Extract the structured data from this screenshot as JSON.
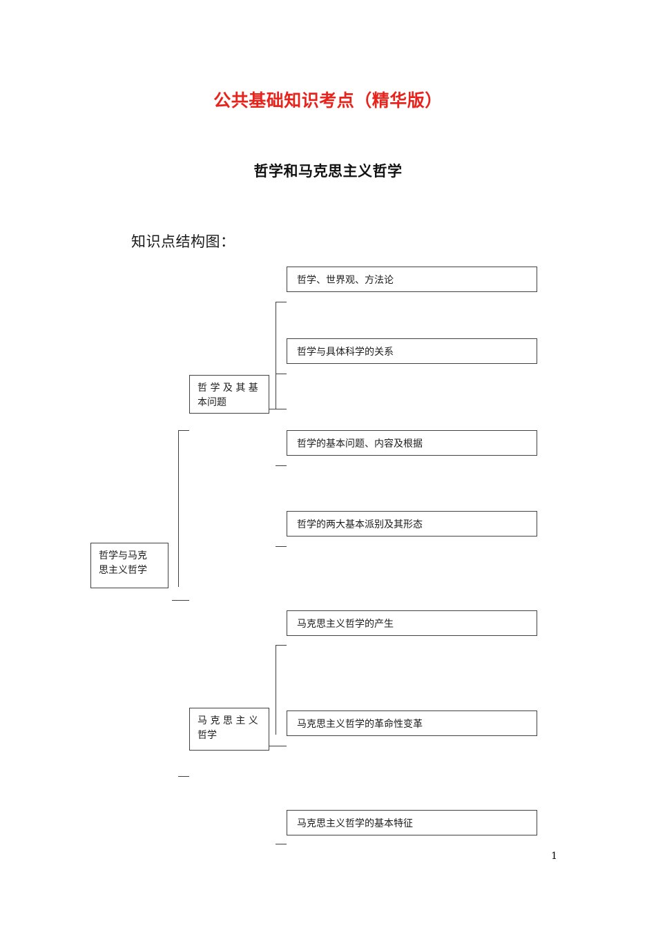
{
  "document": {
    "title": "公共基础知识考点（精华版）",
    "subtitle": "哲学和马克思主义哲学",
    "section_label": "知识点结构图：",
    "page_number": "1",
    "title_color": "#e8231c",
    "text_color": "#1c1c1c",
    "line_color": "#3d3d3d"
  },
  "diagram": {
    "root": {
      "label": "哲学与马克\n思主义哲学"
    },
    "branches": [
      {
        "label": "哲 学 及 其 基\n本问题"
      },
      {
        "label": "马 克 思 主 义\n哲学"
      }
    ],
    "leaves": [
      {
        "label": "哲学、世界观、方法论"
      },
      {
        "label": "哲学与具体科学的关系"
      },
      {
        "label": "哲学的基本问题、内容及根据"
      },
      {
        "label": "哲学的两大基本派别及其形态"
      },
      {
        "label": "马克思主义哲学的产生"
      },
      {
        "label": "马克思主义哲学的革命性变革"
      },
      {
        "label": "马克思主义哲学的基本特征"
      }
    ]
  }
}
